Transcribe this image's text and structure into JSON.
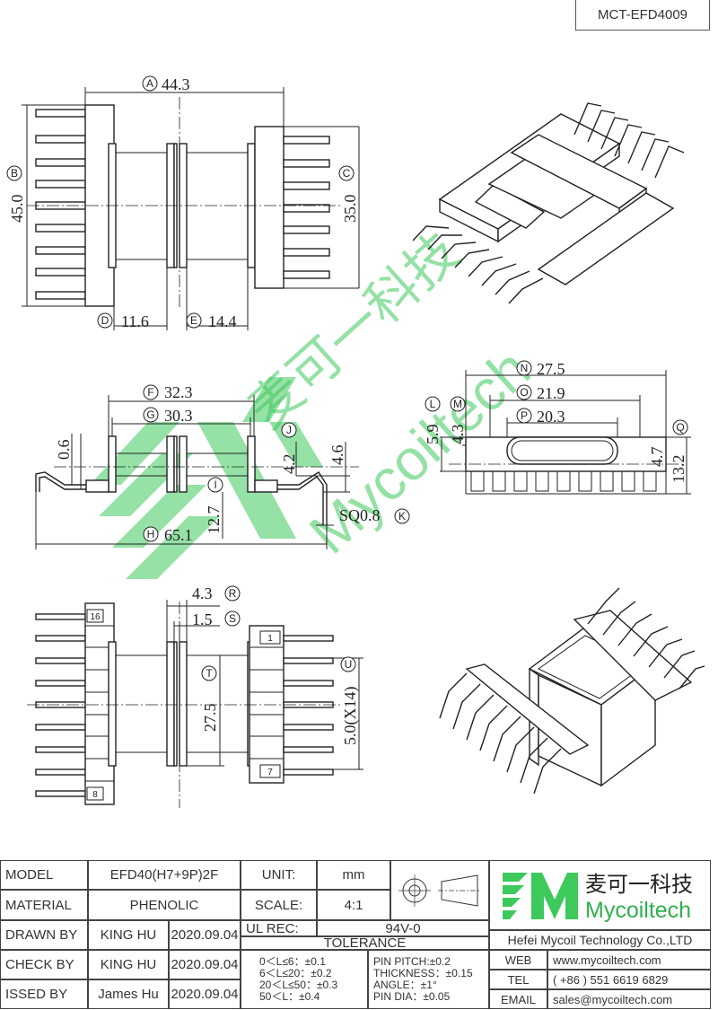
{
  "drawing_code": "MCT-EFD4009",
  "dimensions": {
    "A": {
      "letter": "A",
      "value": "44.3"
    },
    "B": {
      "letter": "B",
      "value": "45.0"
    },
    "C": {
      "letter": "C",
      "value": "35.0"
    },
    "D": {
      "letter": "D",
      "value": "11.6"
    },
    "E": {
      "letter": "E",
      "value": "14.4"
    },
    "F": {
      "letter": "F",
      "value": "32.3"
    },
    "G": {
      "letter": "G",
      "value": "30.3"
    },
    "H": {
      "letter": "H",
      "value": "65.1"
    },
    "I": {
      "letter": "I",
      "value": "12.7"
    },
    "J": {
      "letter": "J",
      "value": "4.2"
    },
    "K": {
      "letter": "K",
      "value": "SQ0.8"
    },
    "L": {
      "letter": "L",
      "value": "5.9"
    },
    "M": {
      "letter": "M",
      "value": "4.3"
    },
    "N": {
      "letter": "N",
      "value": "27.5"
    },
    "O": {
      "letter": "O",
      "value": "21.9"
    },
    "P": {
      "letter": "P",
      "value": "20.3"
    },
    "Q": {
      "letter": "Q",
      "value": "4.7"
    },
    "R": {
      "letter": "R",
      "value": "4.3"
    },
    "S": {
      "letter": "S",
      "value": "1.5"
    },
    "T": {
      "letter": "T",
      "value": "27.5"
    },
    "U": {
      "letter": "U",
      "value": "5.0(X14)"
    },
    "side_0_6": "0.6",
    "side_4_6": "4.6",
    "right_13_2": "13.2"
  },
  "pin_numbers": {
    "p16": "16",
    "p8": "8",
    "p1": "1",
    "p7": "7"
  },
  "watermark": {
    "chinese": "麦可一科技",
    "latin": "Mycoiltech"
  },
  "colors": {
    "brand_green": "#3ec95c",
    "line": "#222222"
  },
  "title_block": {
    "model_label": "MODEL",
    "model_value": "EFD40(H7+9P)2F",
    "material_label": "MATERIAL",
    "material_value": "PHENOLIC",
    "drawn_label": "DRAWN BY",
    "drawn_name": "KING HU",
    "drawn_date": "2020.09.04",
    "check_label": "CHECK BY",
    "check_name": "KING HU",
    "check_date": "2020.09.04",
    "issued_label": "ISSED BY",
    "issued_name": "James Hu",
    "issued_date": "2020.09.04",
    "unit_label": "UNIT:",
    "unit_value": "mm",
    "scale_label": "SCALE:",
    "scale_value": "4:1",
    "ulrec_label": "UL REC:",
    "ulrec_value": "94V-0",
    "tolerance_label": "TOLERANCE",
    "tol_1": "0＜L≤6：±0.1",
    "tol_2": "6＜L≤20：±0.2",
    "tol_3": "20＜L≤50：±0.3",
    "tol_4": "50＜L：±0.4",
    "pin_pitch": "PIN PITCH:±0.2",
    "thickness": "THICKNESS：±0.15",
    "angle": "ANGLE：±1°",
    "pin_dia": "PIN DIA：±0.05",
    "logo_cn": "麦可一科技",
    "logo_en": "Mycoiltech",
    "company": "Hefei Mycoil Technology Co.,LTD",
    "web_label": "WEB",
    "web_value": "www.mycoiltech.com",
    "tel_label": "TEL",
    "tel_value": "( +86 ) 551 6619 6829",
    "email_label": "EMAIL",
    "email_value": "sales@mycoiltech.com"
  }
}
